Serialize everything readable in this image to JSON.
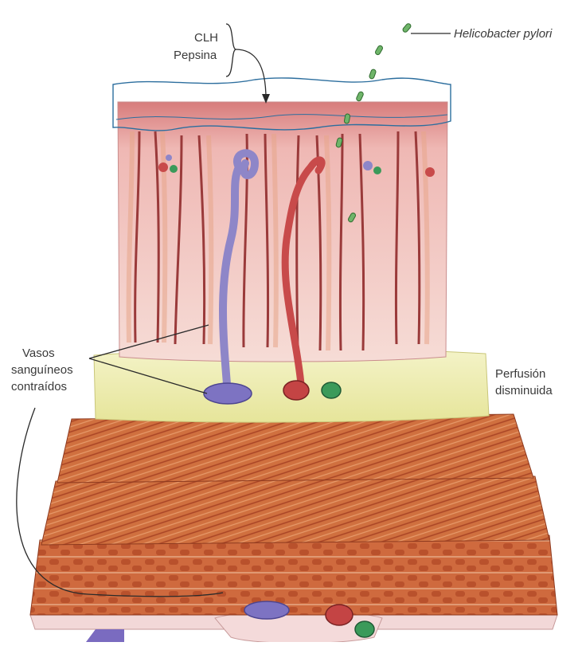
{
  "labels": {
    "acid": "CLH",
    "pepsin": "Pepsina",
    "bacteria": "Helicobacter pylori",
    "vessels_l1": "Vasos",
    "vessels_l2": "sanguíneos",
    "vessels_l3": "contraídos",
    "perfusion_l1": "Perfusión",
    "perfusion_l2": "disminuida"
  },
  "colors": {
    "mucosa": "#f3cfc9",
    "mucosa_top": "#d67a7a",
    "submucosa": "#f0efb6",
    "muscle": "#cf6a3e",
    "muscle_dark": "#a94425",
    "serosa": "#f4dcdc",
    "vein": "#8e86c8",
    "artery": "#c84a4a",
    "lymph": "#3b9a5a",
    "bacteria": "#6fb56a",
    "outline": "#2c6e9e"
  }
}
